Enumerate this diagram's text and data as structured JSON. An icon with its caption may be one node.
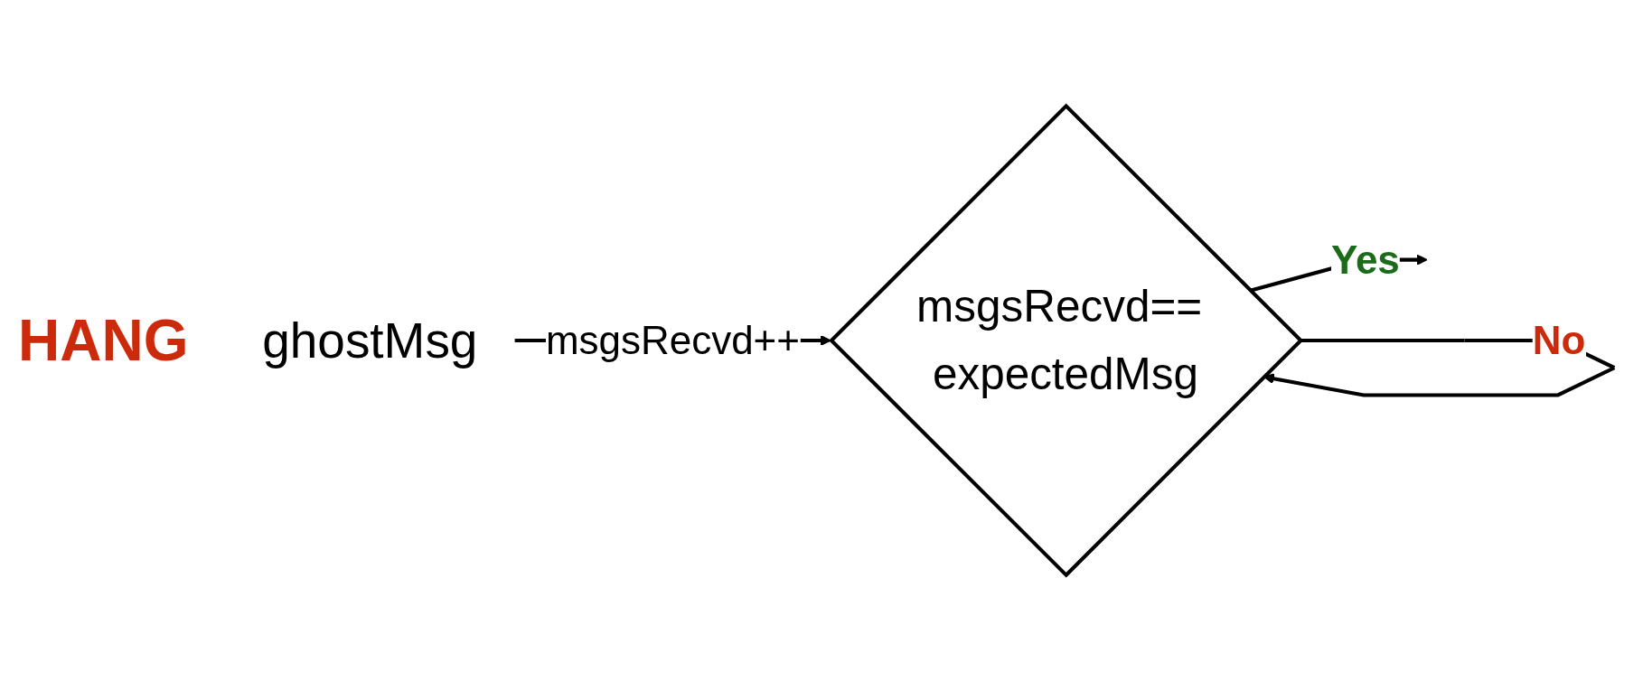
{
  "diagram": {
    "nodes": [
      {
        "text": [
          "ghostMsg"
        ]
      },
      {
        "text": [
          "msgsRecvd== expectedMsg"
        ]
      }
    ],
    "edges": [
      {
        "from": 0,
        "to": 1,
        "arrow": "to",
        "label": "msgsRecvd++"
      },
      {
        "from": 1,
        "to": 1,
        "arrow": "to",
        "label": "No"
      },
      {
        "from": 1,
        "to": null,
        "arrow": "to",
        "label": "Yes"
      }
    ],
    "labels": [
      "HANG"
    ]
  }
}
